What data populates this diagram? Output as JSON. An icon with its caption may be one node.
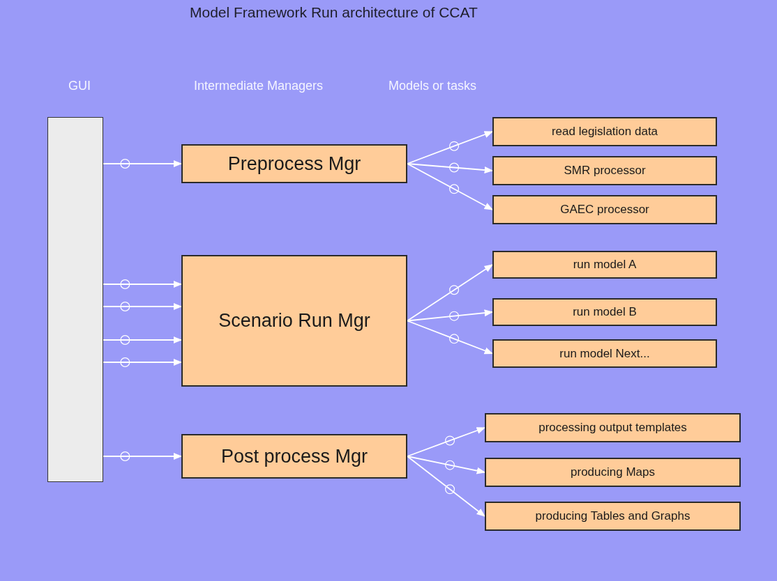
{
  "diagram": {
    "title": "Model Framework Run architecture of CCAT",
    "nodes": [
      {
        "text": [],
        "shape": "bar"
      },
      {
        "text": [
          "Preprocess Mgr"
        ]
      },
      {
        "text": [
          "Scenario Run Mgr"
        ]
      },
      {
        "text": [
          "Post process Mgr"
        ]
      },
      {
        "text": [
          "read legislation data"
        ]
      },
      {
        "text": [
          "SMR processor"
        ]
      },
      {
        "text": [
          "GAEC processor"
        ]
      },
      {
        "text": [
          "run model A"
        ]
      },
      {
        "text": [
          "run model B"
        ]
      },
      {
        "text": [
          "run model Next..."
        ]
      },
      {
        "text": [
          "processing output templates"
        ]
      },
      {
        "text": [
          "producing Maps"
        ]
      },
      {
        "text": [
          "producing Tables and Graphs"
        ]
      }
    ],
    "edges": [
      {
        "from": 0,
        "to": 1,
        "arrow": "to"
      },
      {
        "from": 0,
        "to": 2,
        "arrow": "to"
      },
      {
        "from": 0,
        "to": 2,
        "arrow": "to"
      },
      {
        "from": 0,
        "to": 2,
        "arrow": "to"
      },
      {
        "from": 0,
        "to": 2,
        "arrow": "to"
      },
      {
        "from": 0,
        "to": 3,
        "arrow": "to"
      },
      {
        "from": 1,
        "to": 4,
        "arrow": "to"
      },
      {
        "from": 1,
        "to": 5,
        "arrow": "to"
      },
      {
        "from": 1,
        "to": 6,
        "arrow": "to"
      },
      {
        "from": 2,
        "to": 7,
        "arrow": "to"
      },
      {
        "from": 2,
        "to": 8,
        "arrow": "to"
      },
      {
        "from": 2,
        "to": 9,
        "arrow": "to"
      },
      {
        "from": 3,
        "to": 10,
        "arrow": "to"
      },
      {
        "from": 3,
        "to": 11,
        "arrow": "to"
      },
      {
        "from": 3,
        "to": 12,
        "arrow": "to"
      }
    ],
    "labels": [
      "GUI",
      "Intermediate Managers",
      "Models or tasks"
    ]
  }
}
